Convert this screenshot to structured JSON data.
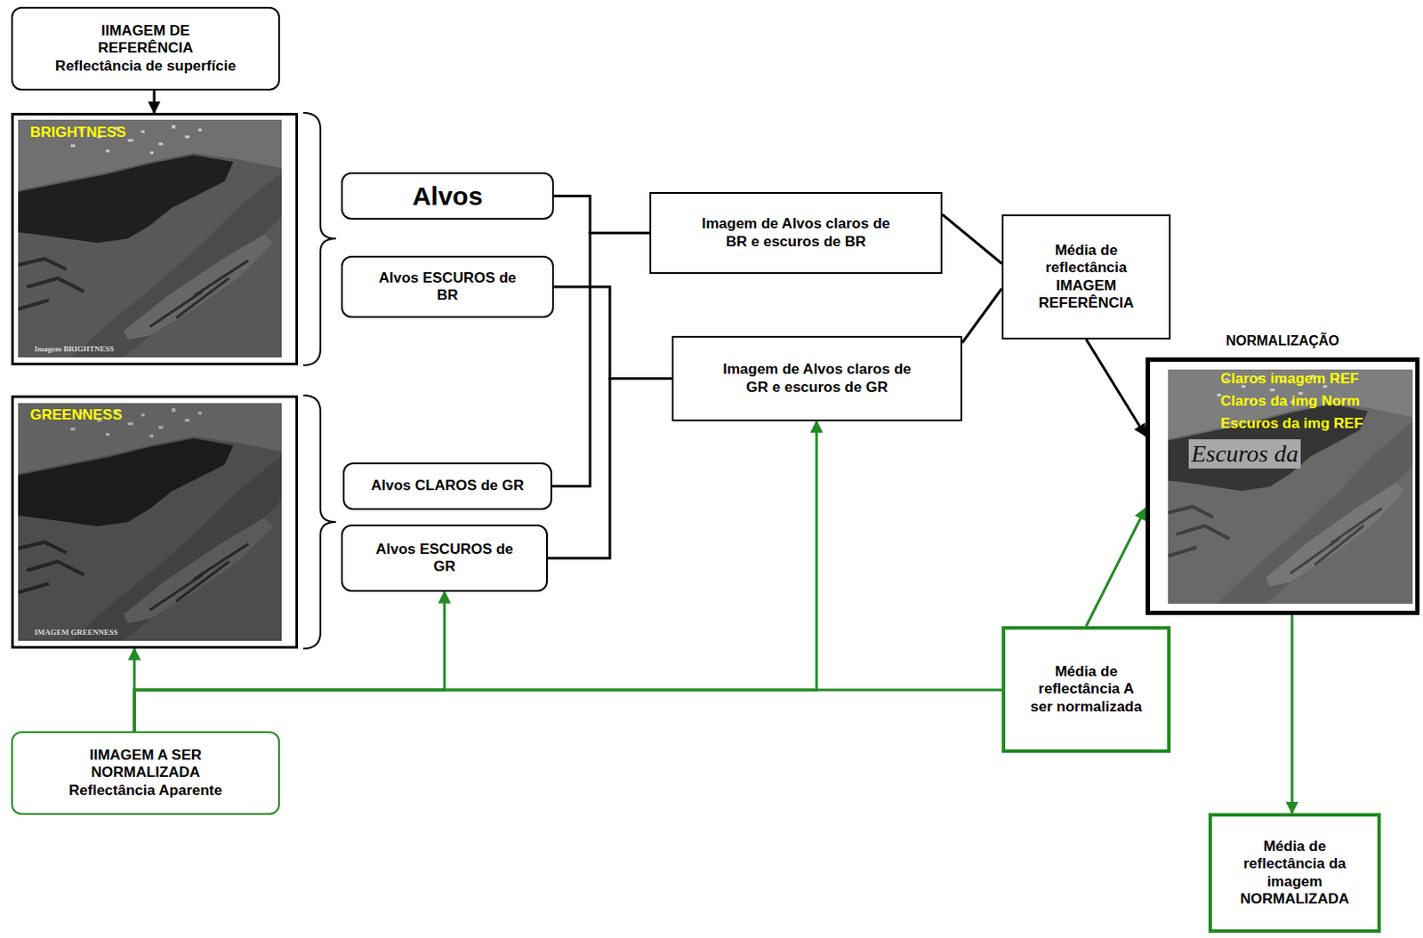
{
  "diagram": {
    "nodes": [
      {
        "text": [
          "IIMAGEM DE REFERÊNCIA",
          "Reflectância de superfície"
        ]
      },
      {
        "text": [
          "BRIGHTNESS",
          "Imagem BRIGHTNESS"
        ]
      },
      {
        "text": [
          "Alvos"
        ]
      },
      {
        "text": [
          "Imagem de Alvos claros de BR e escuros de BR"
        ]
      },
      {
        "text": [
          "Média de reflectância IMAGEM REFERÊNCIA"
        ]
      },
      {
        "text": [
          "Alvos ESCUROS de BR"
        ]
      },
      {
        "text": [
          "Imagem de Alvos claros de GR e escuros de GR"
        ]
      },
      {
        "text": [
          "NORMALIZAÇÃO",
          "Claros imagem REF",
          "Claros da img Norm",
          "Escuros da img REF",
          "Escuros da"
        ]
      },
      {
        "text": [
          "GREENNESS",
          "IMAGEM GREENNESS"
        ]
      },
      {
        "text": [
          "Alvos CLAROS de GR"
        ]
      },
      {
        "text": [
          "Alvos ESCUROS de GR"
        ]
      },
      {
        "text": [
          "Média de reflectância A ser normalizada"
        ]
      },
      {
        "text": [
          "IIMAGEM A SER NORMALIZADA",
          "Reflectância Aparente"
        ]
      },
      {
        "text": [
          "Média de reflectância da imagem NORMALIZADA"
        ]
      }
    ],
    "edges": [
      {
        "from": 0,
        "to": 1,
        "arrow": "to"
      },
      {
        "from": 2,
        "to": 3,
        "arrow": "none"
      },
      {
        "from": 9,
        "to": 3,
        "arrow": "none"
      },
      {
        "from": 5,
        "to": 6,
        "arrow": "none"
      },
      {
        "from": 10,
        "to": 6,
        "arrow": "none"
      },
      {
        "from": 3,
        "to": 4,
        "arrow": "none"
      },
      {
        "from": 6,
        "to": 4,
        "arrow": "none"
      },
      {
        "from": 4,
        "to": 7,
        "arrow": "to"
      },
      {
        "from": 12,
        "to": 8,
        "arrow": "to"
      },
      {
        "from": 12,
        "to": 10,
        "arrow": "to"
      },
      {
        "from": 12,
        "to": 6,
        "arrow": "to"
      },
      {
        "from": 12,
        "to": 11,
        "arrow": "none"
      },
      {
        "from": 11,
        "to": 7,
        "arrow": "to"
      },
      {
        "from": 7,
        "to": 13,
        "arrow": "to"
      }
    ]
  }
}
